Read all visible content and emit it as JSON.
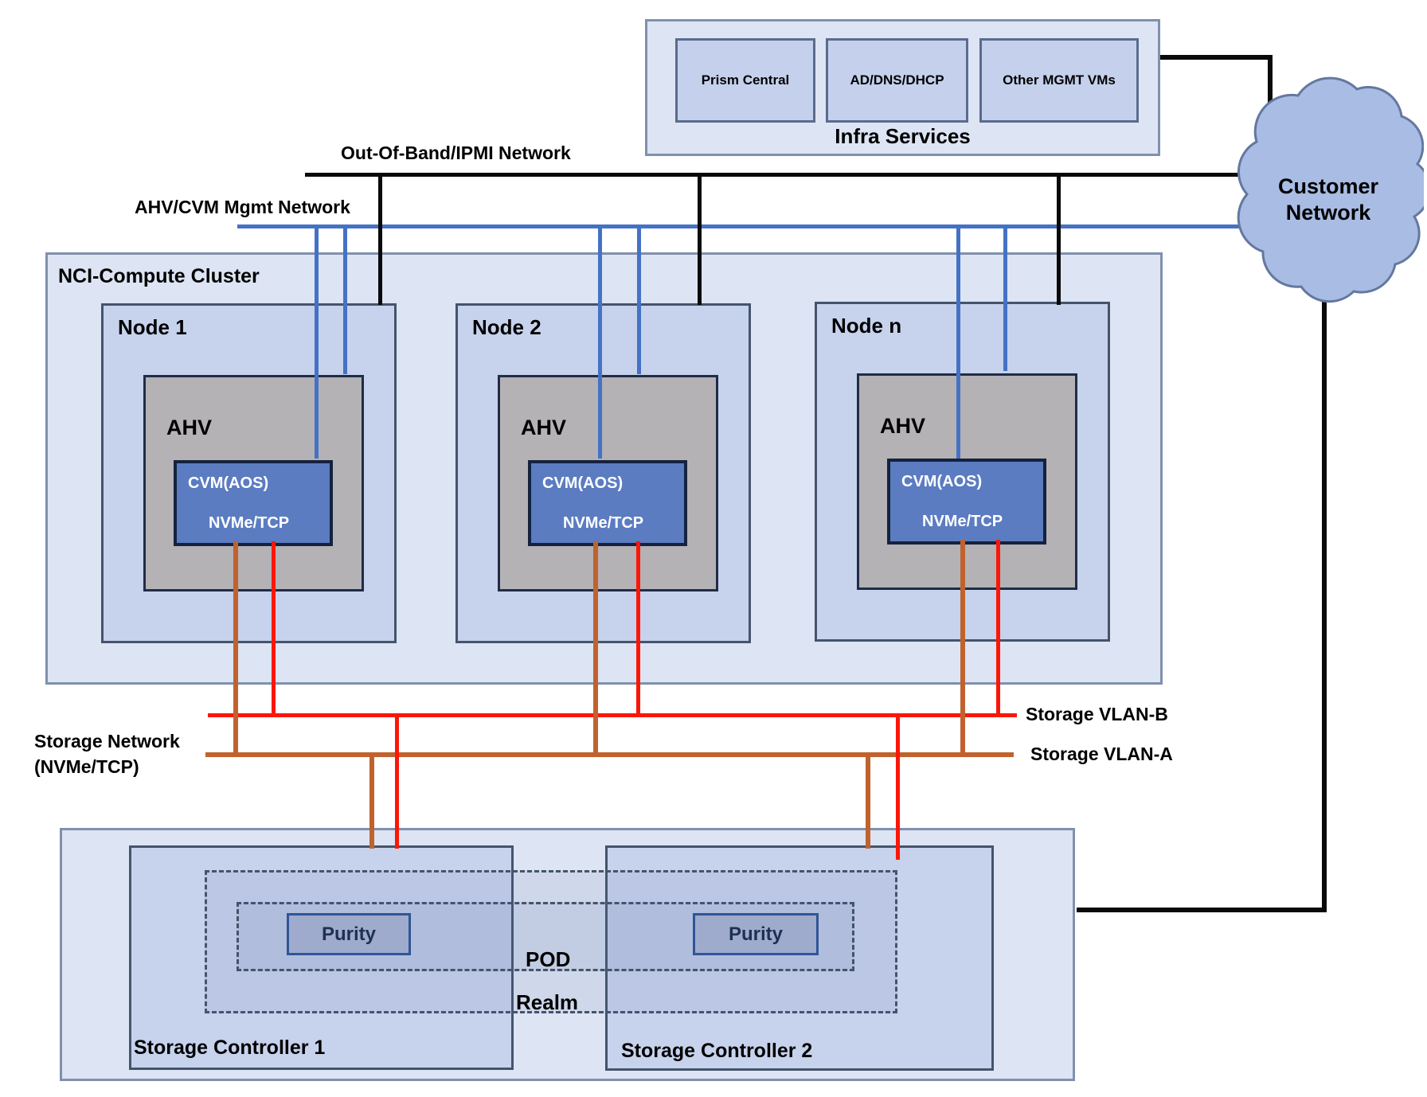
{
  "colors": {
    "line_black": "#0a0a0a",
    "line_blue": "#4472c4",
    "line_red": "#fb1708",
    "line_orange": "#c0622d",
    "outer_fill": "#dde4f3",
    "outer_border": "#8090ad",
    "box_fill": "#c7d2ec",
    "box_border": "#44546a",
    "ahv_fill": "#b4b2b5",
    "ahv_border": "#202c47",
    "cvm_fill": "#5b7cc1",
    "cvm_border": "#15223f",
    "purity_fill": "#9fabcd",
    "purity_border": "#2f5597",
    "purity_text": "#1e3054",
    "cloud_fill": "#a9bce3",
    "cloud_border": "#64789f",
    "infra_inner_fill": "#c5d1ec",
    "infra_inner_border": "#5a6b8f",
    "dashed_border": "#44546a"
  },
  "infra": {
    "title": "Infra Services",
    "vms": [
      {
        "label": "Prism Central"
      },
      {
        "label": "AD/DNS/DHCP"
      },
      {
        "label": "Other MGMT VMs"
      }
    ]
  },
  "cloud": {
    "line1": "Customer",
    "line2": "Network"
  },
  "network": {
    "oob_label": "Out-Of-Band/IPMI Network",
    "mgmt_label": "AHV/CVM Mgmt Network",
    "storage_label_line1": "Storage Network",
    "storage_label_line2": "(NVMe/TCP)",
    "vlan_b_label": "Storage VLAN-B",
    "vlan_a_label": "Storage VLAN-A"
  },
  "cluster": {
    "title": "NCI-Compute Cluster",
    "nodes": [
      {
        "name": "Node 1",
        "hypervisor": "AHV",
        "cvm_line1": "CVM(AOS)",
        "cvm_line2": "NVMe/TCP"
      },
      {
        "name": "Node 2",
        "hypervisor": "AHV",
        "cvm_line1": "CVM(AOS)",
        "cvm_line2": "NVMe/TCP"
      },
      {
        "name": "Node n",
        "hypervisor": "AHV",
        "cvm_line1": "CVM(AOS)",
        "cvm_line2": "NVMe/TCP"
      }
    ]
  },
  "storage": {
    "controllers": [
      {
        "name": "Storage Controller 1",
        "software": "Purity"
      },
      {
        "name": "Storage Controller 2",
        "software": "Purity"
      }
    ],
    "pod_label": "POD",
    "realm_label": "Realm"
  }
}
